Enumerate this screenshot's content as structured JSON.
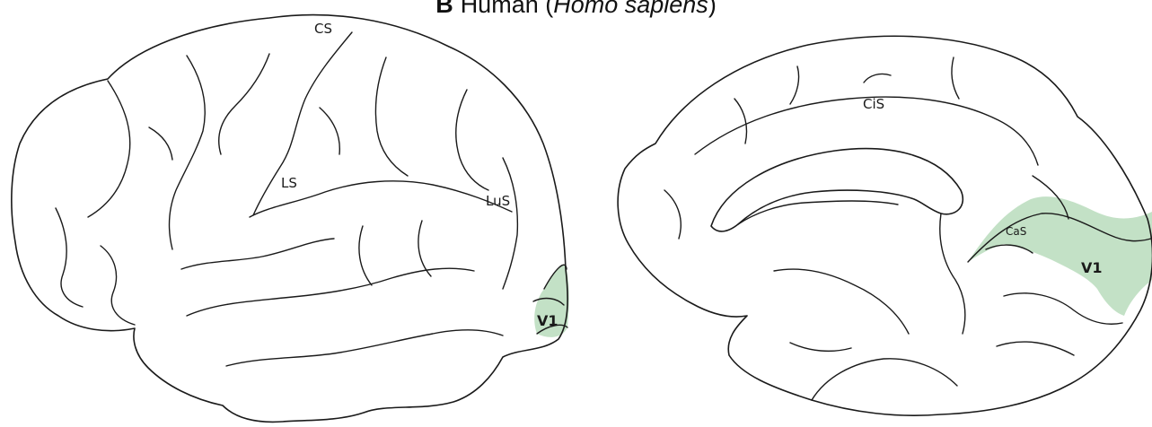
{
  "header": {
    "panel_letter": "B",
    "title_prefix": "Human (",
    "species": "Homo sapiens",
    "title_suffix": ")"
  },
  "lateral_view": {
    "labels": {
      "central_sulcus": "CS",
      "lateral_sulcus": "LS",
      "lunate_sulcus": "LuS",
      "primary_visual_cortex": "V1"
    }
  },
  "medial_view": {
    "labels": {
      "cingulate_sulcus": "CiS",
      "calcarine_sulcus": "CaS",
      "primary_visual_cortex": "V1"
    }
  },
  "colors": {
    "v1_highlight": "#b9dcbc",
    "outline": "#1a1a1a"
  }
}
